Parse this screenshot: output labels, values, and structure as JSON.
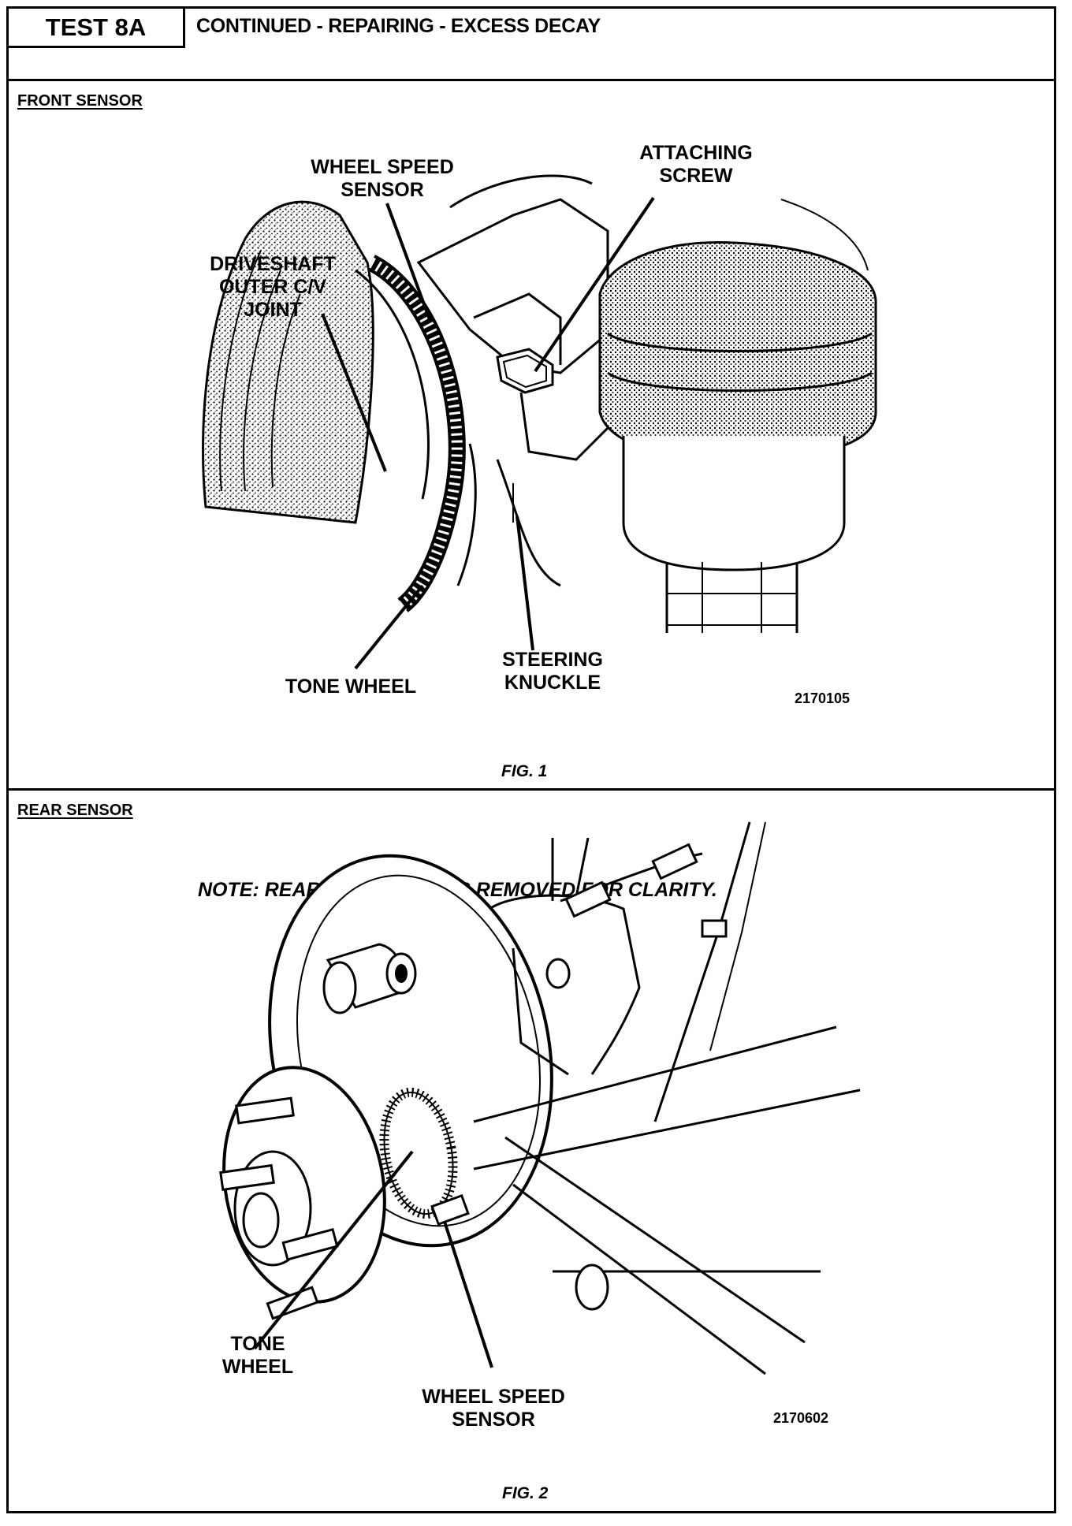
{
  "header": {
    "test_id": "TEST 8A",
    "title": "CONTINUED -  REPAIRING - EXCESS DECAY"
  },
  "front_section": {
    "heading": "FRONT SENSOR",
    "labels": {
      "wheel_speed_sensor": [
        "WHEEL SPEED",
        "SENSOR"
      ],
      "attaching_screw": [
        "ATTACHING",
        "SCREW"
      ],
      "cv_joint": [
        "DRIVESHAFT",
        "OUTER C/V",
        "JOINT"
      ],
      "tone_wheel": "TONE WHEEL",
      "steering_knuckle": [
        "STEERING",
        "KNUCKLE"
      ]
    },
    "figure_code": "2170105",
    "caption": "FIG. 1"
  },
  "rear_section": {
    "heading": "REAR SENSOR",
    "note": "NOTE:  REAR BRAKE SHOES REMOVED FOR CLARITY.",
    "labels": {
      "tone_wheel": [
        "TONE",
        "WHEEL"
      ],
      "wheel_speed_sensor": [
        "WHEEL SPEED",
        "SENSOR"
      ]
    },
    "figure_code": "2170602",
    "caption": "FIG. 2"
  }
}
